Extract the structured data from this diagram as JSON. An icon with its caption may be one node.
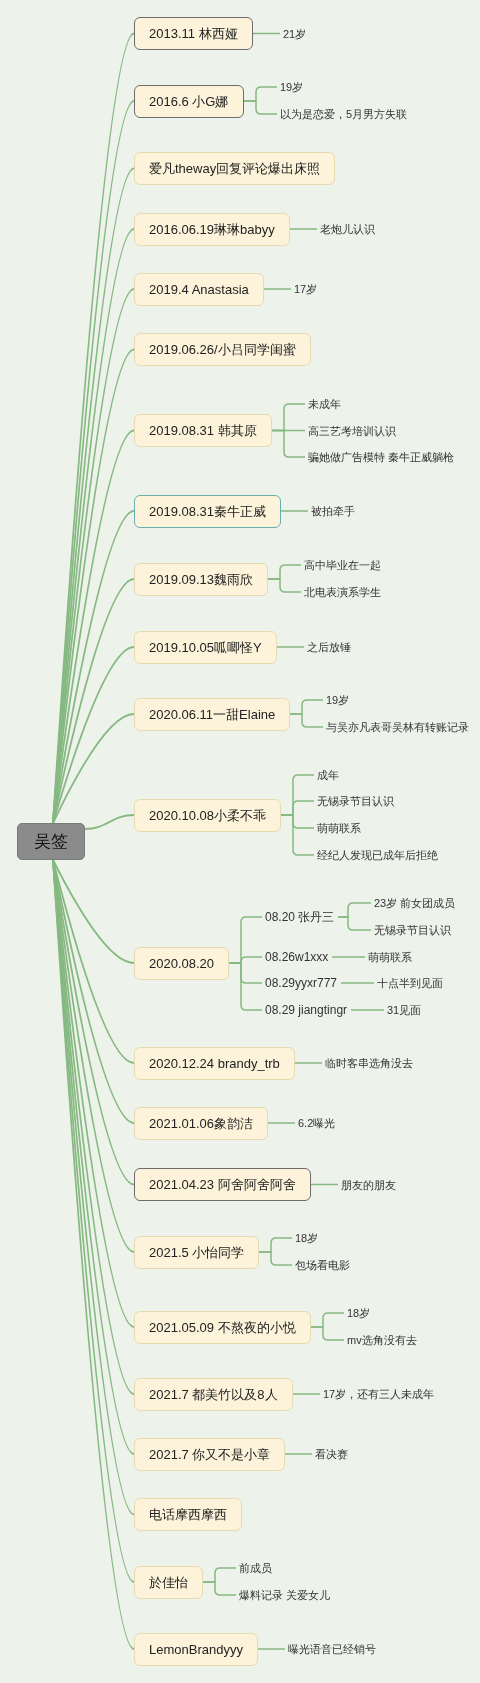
{
  "diagram": {
    "nodes": [
      {
        "text": [
          "吴签"
        ]
      },
      {
        "text": [
          "2013.11 林西娅"
        ]
      },
      {
        "text": [
          "21岁"
        ]
      },
      {
        "text": [
          "2016.6 小G娜"
        ]
      },
      {
        "text": [
          "19岁"
        ]
      },
      {
        "text": [
          "以为是恋爱，5月男方失联"
        ]
      },
      {
        "text": [
          "爱凡theway回复评论爆出床照"
        ]
      },
      {
        "text": [
          "2016.06.19琳琳babyy"
        ]
      },
      {
        "text": [
          "老炮儿认识"
        ]
      },
      {
        "text": [
          "2019.4 Anastasia"
        ]
      },
      {
        "text": [
          "17岁"
        ]
      },
      {
        "text": [
          "2019.06.26/小吕同学闺蜜"
        ]
      },
      {
        "text": [
          "2019.08.31 韩其原"
        ]
      },
      {
        "text": [
          "未成年"
        ]
      },
      {
        "text": [
          "高三艺考培训认识"
        ]
      },
      {
        "text": [
          "骗她做广告模特 秦牛正威躺枪"
        ]
      },
      {
        "text": [
          "2019.08.31秦牛正威"
        ]
      },
      {
        "text": [
          "被拍牵手"
        ]
      },
      {
        "text": [
          "2019.09.13魏雨欣"
        ]
      },
      {
        "text": [
          "高中毕业在一起"
        ]
      },
      {
        "text": [
          "北电表演系学生"
        ]
      },
      {
        "text": [
          "2019.10.05呱唧怪Y"
        ]
      },
      {
        "text": [
          "之后放锤"
        ]
      },
      {
        "text": [
          "2020.06.11一甜Elaine"
        ]
      },
      {
        "text": [
          "19岁"
        ]
      },
      {
        "text": [
          "与吴亦凡表哥吴林有转账记录"
        ]
      },
      {
        "text": [
          "2020.10.08小柔不乖"
        ]
      },
      {
        "text": [
          "成年"
        ]
      },
      {
        "text": [
          "无锡录节目认识"
        ]
      },
      {
        "text": [
          "萌萌联系"
        ]
      },
      {
        "text": [
          "经纪人发现已成年后拒绝"
        ]
      },
      {
        "text": [
          "2020.08.20"
        ]
      },
      {
        "text": [
          "08.20 张丹三"
        ]
      },
      {
        "text": [
          "23岁 前女团成员"
        ]
      },
      {
        "text": [
          "无锡录节目认识"
        ]
      },
      {
        "text": [
          "08.26w1xxx"
        ]
      },
      {
        "text": [
          "萌萌联系"
        ]
      },
      {
        "text": [
          "08.29yyxr777"
        ]
      },
      {
        "text": [
          "十点半到见面"
        ]
      },
      {
        "text": [
          "08.29 jiangtingr"
        ]
      },
      {
        "text": [
          "31见面"
        ]
      },
      {
        "text": [
          "2020.12.24 brandy_trb"
        ]
      },
      {
        "text": [
          "临时客串选角没去"
        ]
      },
      {
        "text": [
          "2021.01.06象韵洁"
        ]
      },
      {
        "text": [
          "6.2曝光"
        ]
      },
      {
        "text": [
          "2021.04.23 阿舍阿舍阿舍"
        ]
      },
      {
        "text": [
          "朋友的朋友"
        ]
      },
      {
        "text": [
          "2021.5 小怡同学"
        ]
      },
      {
        "text": [
          "18岁"
        ]
      },
      {
        "text": [
          "包场看电影"
        ]
      },
      {
        "text": [
          "2021.05.09 不熬夜的小悦"
        ]
      },
      {
        "text": [
          "18岁"
        ]
      },
      {
        "text": [
          "mv选角没有去"
        ]
      },
      {
        "text": [
          "2021.7 都美竹以及8人"
        ]
      },
      {
        "text": [
          "17岁，还有三人未成年"
        ]
      },
      {
        "text": [
          "2021.7 你又不是小章"
        ]
      },
      {
        "text": [
          "看决赛"
        ]
      },
      {
        "text": [
          "电话摩西摩西"
        ]
      },
      {
        "text": [
          "於佳怡"
        ]
      },
      {
        "text": [
          "前成员"
        ]
      },
      {
        "text": [
          "爆料记录 关爱女儿"
        ]
      },
      {
        "text": [
          "LemonBrandyyy"
        ]
      },
      {
        "text": [
          "曝光语音已经销号"
        ]
      }
    ],
    "edges": [
      {
        "from": 0,
        "to": 1,
        "arrow": "none"
      },
      {
        "from": 1,
        "to": 2,
        "arrow": "none"
      },
      {
        "from": 0,
        "to": 3,
        "arrow": "none"
      },
      {
        "from": 3,
        "to": 4,
        "arrow": "none"
      },
      {
        "from": 3,
        "to": 5,
        "arrow": "none"
      },
      {
        "from": 0,
        "to": 6,
        "arrow": "none"
      },
      {
        "from": 0,
        "to": 7,
        "arrow": "none"
      },
      {
        "from": 7,
        "to": 8,
        "arrow": "none"
      },
      {
        "from": 0,
        "to": 9,
        "arrow": "none"
      },
      {
        "from": 9,
        "to": 10,
        "arrow": "none"
      },
      {
        "from": 0,
        "to": 11,
        "arrow": "none"
      },
      {
        "from": 0,
        "to": 12,
        "arrow": "none"
      },
      {
        "from": 12,
        "to": 13,
        "arrow": "none"
      },
      {
        "from": 12,
        "to": 14,
        "arrow": "none"
      },
      {
        "from": 12,
        "to": 15,
        "arrow": "none"
      },
      {
        "from": 0,
        "to": 16,
        "arrow": "none"
      },
      {
        "from": 16,
        "to": 17,
        "arrow": "none"
      },
      {
        "from": 0,
        "to": 18,
        "arrow": "none"
      },
      {
        "from": 18,
        "to": 19,
        "arrow": "none"
      },
      {
        "from": 18,
        "to": 20,
        "arrow": "none"
      },
      {
        "from": 0,
        "to": 21,
        "arrow": "none"
      },
      {
        "from": 21,
        "to": 22,
        "arrow": "none"
      },
      {
        "from": 0,
        "to": 23,
        "arrow": "none"
      },
      {
        "from": 23,
        "to": 24,
        "arrow": "none"
      },
      {
        "from": 23,
        "to": 25,
        "arrow": "none"
      },
      {
        "from": 0,
        "to": 26,
        "arrow": "none"
      },
      {
        "from": 26,
        "to": 27,
        "arrow": "none"
      },
      {
        "from": 26,
        "to": 28,
        "arrow": "none"
      },
      {
        "from": 26,
        "to": 29,
        "arrow": "none"
      },
      {
        "from": 26,
        "to": 30,
        "arrow": "none"
      },
      {
        "from": 0,
        "to": 31,
        "arrow": "none"
      },
      {
        "from": 31,
        "to": 32,
        "arrow": "none"
      },
      {
        "from": 32,
        "to": 33,
        "arrow": "none"
      },
      {
        "from": 32,
        "to": 34,
        "arrow": "none"
      },
      {
        "from": 31,
        "to": 35,
        "arrow": "none"
      },
      {
        "from": 35,
        "to": 36,
        "arrow": "none"
      },
      {
        "from": 31,
        "to": 37,
        "arrow": "none"
      },
      {
        "from": 37,
        "to": 38,
        "arrow": "none"
      },
      {
        "from": 31,
        "to": 39,
        "arrow": "none"
      },
      {
        "from": 39,
        "to": 40,
        "arrow": "none"
      },
      {
        "from": 0,
        "to": 41,
        "arrow": "none"
      },
      {
        "from": 41,
        "to": 42,
        "arrow": "none"
      },
      {
        "from": 0,
        "to": 43,
        "arrow": "none"
      },
      {
        "from": 43,
        "to": 44,
        "arrow": "none"
      },
      {
        "from": 0,
        "to": 45,
        "arrow": "none"
      },
      {
        "from": 45,
        "to": 46,
        "arrow": "none"
      },
      {
        "from": 0,
        "to": 47,
        "arrow": "none"
      },
      {
        "from": 47,
        "to": 48,
        "arrow": "none"
      },
      {
        "from": 47,
        "to": 49,
        "arrow": "none"
      },
      {
        "from": 0,
        "to": 50,
        "arrow": "none"
      },
      {
        "from": 50,
        "to": 51,
        "arrow": "none"
      },
      {
        "from": 50,
        "to": 52,
        "arrow": "none"
      },
      {
        "from": 0,
        "to": 53,
        "arrow": "none"
      },
      {
        "from": 53,
        "to": 54,
        "arrow": "none"
      },
      {
        "from": 0,
        "to": 55,
        "arrow": "none"
      },
      {
        "from": 55,
        "to": 56,
        "arrow": "none"
      },
      {
        "from": 0,
        "to": 57,
        "arrow": "none"
      },
      {
        "from": 0,
        "to": 58,
        "arrow": "none"
      },
      {
        "from": 58,
        "to": 59,
        "arrow": "none"
      },
      {
        "from": 58,
        "to": 60,
        "arrow": "none"
      },
      {
        "from": 0,
        "to": 61,
        "arrow": "none"
      },
      {
        "from": 61,
        "to": 62,
        "arrow": "none"
      }
    ]
  }
}
